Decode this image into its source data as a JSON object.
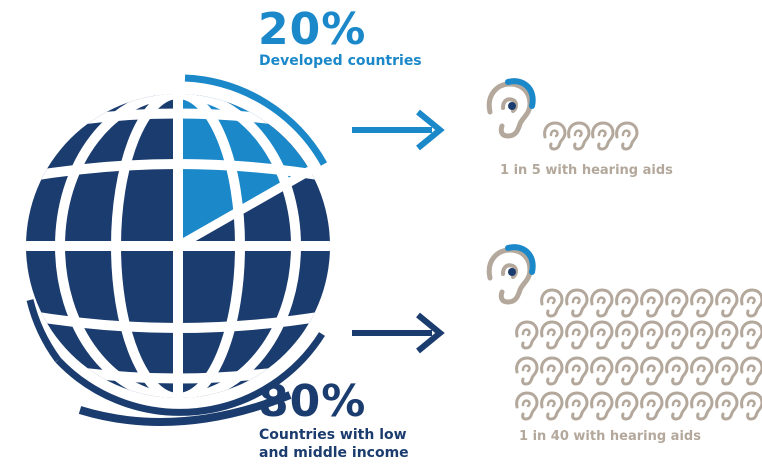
{
  "developed": {
    "percent": "20%",
    "label": "Developed countries",
    "caption": "1 in 5 with hearing aids",
    "share": 0.2,
    "people_total": 5,
    "people_with_aids": 1
  },
  "low_middle": {
    "percent": "80%",
    "label_line1": "Countries with low",
    "label_line2": "and middle income",
    "caption": "1 in 40 with hearing aids",
    "share": 0.8,
    "people_total": 40,
    "people_with_aids": 1
  },
  "icons": {
    "globe": "globe-icon",
    "arrow": "arrow-right-icon",
    "ear": "ear-icon",
    "hearing_aid": "ear-with-hearing-aid-icon"
  },
  "colors": {
    "dark_blue": "#1b3c6e",
    "light_blue": "#1b88c9",
    "ear_gray": "#b3a89b",
    "text_gray": "#b3a89b",
    "white": "#ffffff"
  }
}
